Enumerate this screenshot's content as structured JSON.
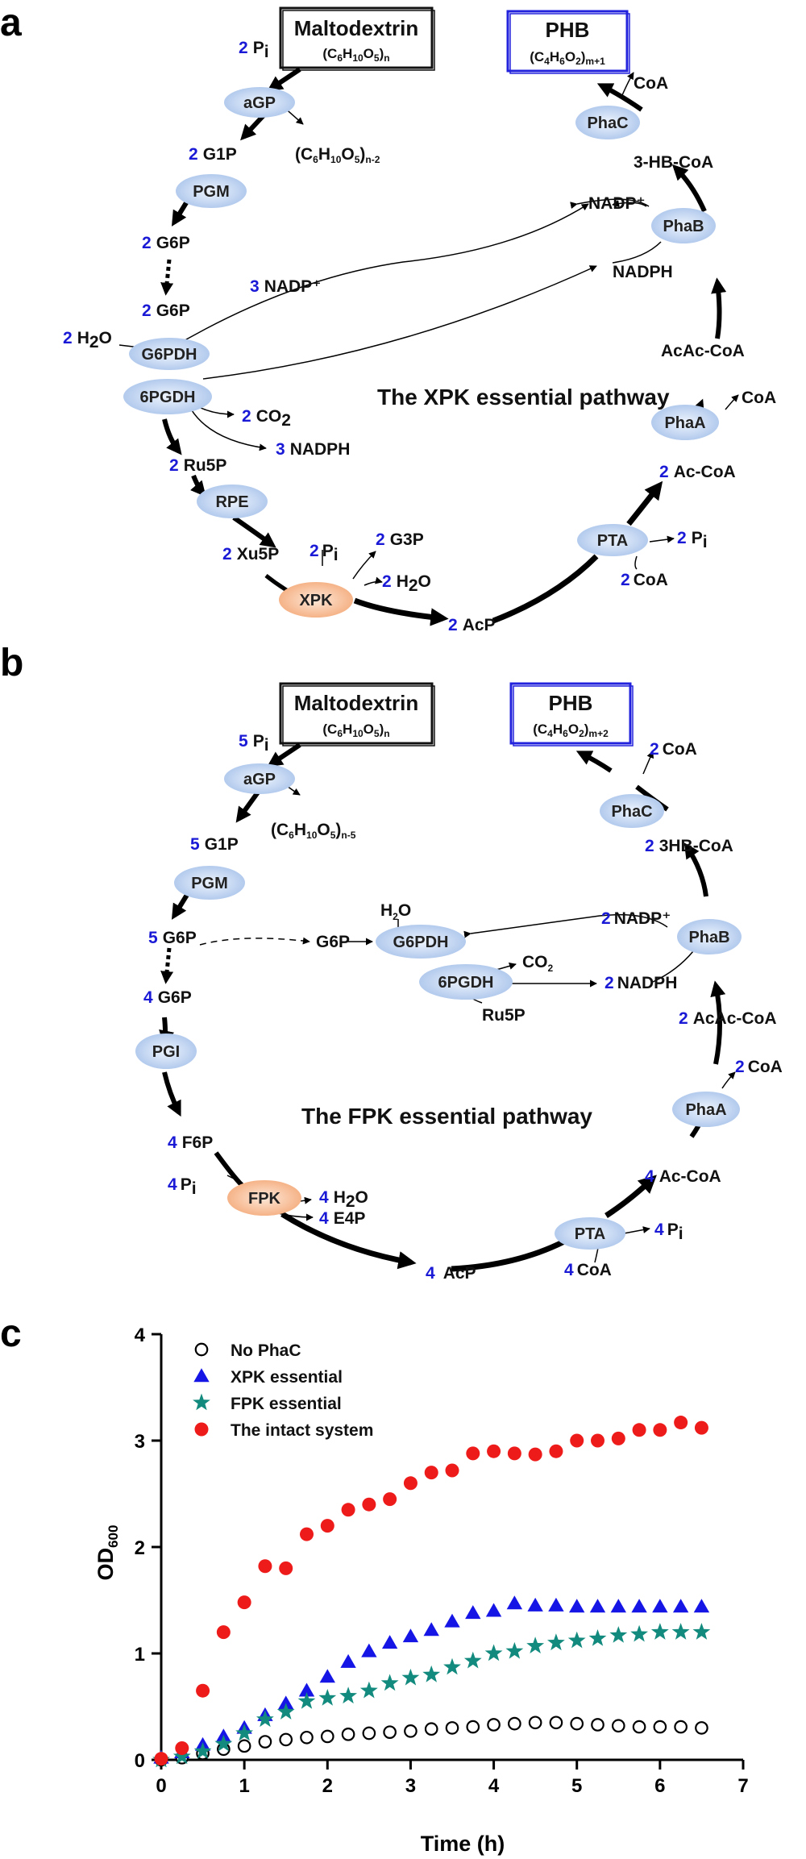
{
  "panel_a": {
    "letter": "a",
    "title": "The XPK essential pathway",
    "box_left": {
      "name": "Maltodextrin",
      "formula": "(C",
      "f1": "6",
      "f2": "H",
      "f3": "10",
      "f4": "O",
      "f5": "5",
      "f6": ")",
      "f7": "n"
    },
    "box_right": {
      "name": "PHB",
      "formula": "(C",
      "f1": "4",
      "f2": "H",
      "f3": "6",
      "f4": "O",
      "f5": "2",
      "f6": ")",
      "f7": "m+1"
    },
    "enzymes": {
      "agp": "aGP",
      "pgm": "PGM",
      "g6pdh": "G6PDH",
      "6pgdh": "6PGDH",
      "rpe": "RPE",
      "xpk": "XPK",
      "pta": "PTA",
      "phaa": "PhaA",
      "phab": "PhaB",
      "phac": "PhaC"
    },
    "labels": {
      "pi_c": "2",
      "pi": "P",
      "pi_sub": "i",
      "g1p_c": "2",
      "g1p": "G1P",
      "dex_out": "(C",
      "dex_1": "6",
      "dex_2": "H",
      "dex_3": "10",
      "dex_4": "O",
      "dex_5": "5",
      "dex_6": ")",
      "dex_7": "n-2",
      "g6p1_c": "2",
      "g6p1": "G6P",
      "g6p2_c": "2",
      "g6p2": "G6P",
      "h2o_c": "2",
      "h2o": "H",
      "h2o_sub": "2",
      "h2o_o": "O",
      "nadp_c": "3",
      "nadp": "NADP⁺",
      "co2_c": "2",
      "co2": "CO",
      "co2_sub": "2",
      "nadph_c": "3",
      "nadph": "NADPH",
      "ru5p_c": "2",
      "ru5p": "Ru5P",
      "xu5p_c": "2",
      "xu5p": "Xu5P",
      "xpk_pi_c": "2",
      "xpk_pi": "P",
      "xpk_pi_sub": "i",
      "g3p_c": "2",
      "g3p": "G3P",
      "xpk_h2o_c": "2",
      "xpk_h2o": "H",
      "xpk_h2o_sub": "2",
      "xpk_h2o_o": "O",
      "acp_c": "2",
      "acp": "AcP",
      "pta_pi_c": "2",
      "pta_pi": "P",
      "pta_pi_sub": "i",
      "coa_in_c": "2",
      "coa_in": "CoA",
      "acoa_c": "2",
      "acoa": "Ac-CoA",
      "phaa_coa": "CoA",
      "acac": "AcAc-CoA",
      "nadph_in": "NADPH",
      "nadp_out": "NADP⁺",
      "hb": "3-HB-CoA",
      "phac_coa": "CoA"
    }
  },
  "panel_b": {
    "letter": "b",
    "title": "The FPK essential pathway",
    "box_left": {
      "name": "Maltodextrin",
      "formula": "(C",
      "f1": "6",
      "f2": "H",
      "f3": "10",
      "f4": "O",
      "f5": "5",
      "f6": ")",
      "f7": "n"
    },
    "box_right": {
      "name": "PHB",
      "formula": "(C",
      "f1": "4",
      "f2": "H",
      "f3": "6",
      "f4": "O",
      "f5": "2",
      "f6": ")",
      "f7": "m+2"
    },
    "enzymes": {
      "agp": "aGP",
      "pgm": "PGM",
      "pgi": "PGI",
      "fpk": "FPK",
      "g6pdh": "G6PDH",
      "6pgdh": "6PGDH",
      "pta": "PTA",
      "phaa": "PhaA",
      "phab": "PhaB",
      "phac": "PhaC"
    },
    "labels": {
      "pi_c": "5",
      "pi": "P",
      "pi_sub": "i",
      "g1p_c": "5",
      "g1p": "G1P",
      "dex_out": "(C",
      "dex_1": "6",
      "dex_2": "H",
      "dex_3": "10",
      "dex_4": "O",
      "dex_5": "5",
      "dex_6": ")",
      "dex_7": "n-5",
      "g6p1_c": "5",
      "g6p1": "G6P",
      "g6p_side": "G6P",
      "h2o": "H",
      "h2o_sub": "2",
      "h2o_o": "O",
      "co2": "CO",
      "co2_sub": "2",
      "ru5p": "Ru5P",
      "nadp_c": "2",
      "nadp": "NADP⁺",
      "nadph_c": "2",
      "nadph": "NADPH",
      "g6p2_c": "4",
      "g6p2": "G6P",
      "f6p_c": "4",
      "f6p": "F6P",
      "fpk_pi_c": "4",
      "fpk_pi": "P",
      "fpk_pi_sub": "i",
      "fpk_h2o_c": "4",
      "fpk_h2o": "H",
      "fpk_h2o_sub": "2",
      "fpk_h2o_o": "O",
      "e4p_c": "4",
      "e4p": "E4P",
      "acp_c": "4",
      "acp": "AcP",
      "pta_pi_c": "4",
      "pta_pi": "P",
      "pta_pi_sub": "i",
      "coa_in_c": "4",
      "coa_in": "CoA",
      "acoa_c": "4",
      "acoa": "Ac-CoA",
      "phaa_coa_c": "2",
      "phaa_coa": "CoA",
      "acac_c": "2",
      "acac": "AcAc-CoA",
      "hb_c": "2",
      "hb": "3HB-CoA",
      "phac_coa_c": "2",
      "phac_coa": "CoA"
    }
  },
  "panel_c": {
    "letter": "c",
    "chart_data": {
      "type": "scatter",
      "xlabel": "Time (h)",
      "ylabel": "OD",
      "ylabel_sub": "600",
      "xlim": [
        0,
        7
      ],
      "ylim": [
        0,
        4
      ],
      "xticks": [
        "0",
        "1",
        "2",
        "3",
        "4",
        "5",
        "6",
        "7"
      ],
      "yticks": [
        "0",
        "1",
        "2",
        "3",
        "4"
      ],
      "legend_position": "top-left",
      "series": [
        {
          "name": "No PhaC",
          "marker": "open-circle",
          "color": "#000000",
          "points": [
            [
              0,
              0
            ],
            [
              0.25,
              0.02
            ],
            [
              0.5,
              0.06
            ],
            [
              0.75,
              0.1
            ],
            [
              1,
              0.13
            ],
            [
              1.25,
              0.17
            ],
            [
              1.5,
              0.19
            ],
            [
              1.75,
              0.21
            ],
            [
              2,
              0.22
            ],
            [
              2.25,
              0.24
            ],
            [
              2.5,
              0.25
            ],
            [
              2.75,
              0.26
            ],
            [
              3,
              0.27
            ],
            [
              3.25,
              0.29
            ],
            [
              3.5,
              0.3
            ],
            [
              3.75,
              0.31
            ],
            [
              4,
              0.33
            ],
            [
              4.25,
              0.34
            ],
            [
              4.5,
              0.35
            ],
            [
              4.75,
              0.35
            ],
            [
              5,
              0.34
            ],
            [
              5.25,
              0.33
            ],
            [
              5.5,
              0.32
            ],
            [
              5.75,
              0.31
            ],
            [
              6,
              0.31
            ],
            [
              6.25,
              0.31
            ],
            [
              6.5,
              0.3
            ]
          ]
        },
        {
          "name": "XPK essential",
          "marker": "triangle",
          "color": "#1515e6",
          "points": [
            [
              0,
              0.02
            ],
            [
              0.25,
              0.07
            ],
            [
              0.5,
              0.14
            ],
            [
              0.75,
              0.22
            ],
            [
              1,
              0.3
            ],
            [
              1.25,
              0.42
            ],
            [
              1.5,
              0.53
            ],
            [
              1.75,
              0.65
            ],
            [
              2,
              0.78
            ],
            [
              2.25,
              0.92
            ],
            [
              2.5,
              1.02
            ],
            [
              2.75,
              1.1
            ],
            [
              3,
              1.16
            ],
            [
              3.25,
              1.22
            ],
            [
              3.5,
              1.3
            ],
            [
              3.75,
              1.38
            ],
            [
              4,
              1.4
            ],
            [
              4.25,
              1.47
            ],
            [
              4.5,
              1.45
            ],
            [
              4.75,
              1.45
            ],
            [
              5,
              1.44
            ],
            [
              5.25,
              1.44
            ],
            [
              5.5,
              1.44
            ],
            [
              5.75,
              1.44
            ],
            [
              6,
              1.44
            ],
            [
              6.25,
              1.44
            ],
            [
              6.5,
              1.44
            ]
          ]
        },
        {
          "name": "FPK essential",
          "marker": "star",
          "color": "#138a7e",
          "points": [
            [
              0,
              0
            ],
            [
              0.25,
              0.03
            ],
            [
              0.5,
              0.08
            ],
            [
              0.75,
              0.15
            ],
            [
              1,
              0.25
            ],
            [
              1.25,
              0.38
            ],
            [
              1.5,
              0.45
            ],
            [
              1.75,
              0.55
            ],
            [
              2,
              0.58
            ],
            [
              2.25,
              0.6
            ],
            [
              2.5,
              0.65
            ],
            [
              2.75,
              0.72
            ],
            [
              3,
              0.77
            ],
            [
              3.25,
              0.8
            ],
            [
              3.5,
              0.87
            ],
            [
              3.75,
              0.93
            ],
            [
              4,
              1.0
            ],
            [
              4.25,
              1.02
            ],
            [
              4.5,
              1.07
            ],
            [
              4.75,
              1.1
            ],
            [
              5,
              1.12
            ],
            [
              5.25,
              1.14
            ],
            [
              5.5,
              1.17
            ],
            [
              5.75,
              1.18
            ],
            [
              6,
              1.2
            ],
            [
              6.25,
              1.2
            ],
            [
              6.5,
              1.2
            ]
          ]
        },
        {
          "name": "The intact system",
          "marker": "filled-circle",
          "color": "#ee1b1b",
          "points": [
            [
              0,
              0.01
            ],
            [
              0.25,
              0.11
            ],
            [
              0.5,
              0.65
            ],
            [
              0.75,
              1.2
            ],
            [
              1,
              1.48
            ],
            [
              1.25,
              1.82
            ],
            [
              1.5,
              1.8
            ],
            [
              1.75,
              2.12
            ],
            [
              2,
              2.2
            ],
            [
              2.25,
              2.35
            ],
            [
              2.5,
              2.4
            ],
            [
              2.75,
              2.45
            ],
            [
              3,
              2.6
            ],
            [
              3.25,
              2.7
            ],
            [
              3.5,
              2.72
            ],
            [
              3.75,
              2.88
            ],
            [
              4,
              2.9
            ],
            [
              4.25,
              2.88
            ],
            [
              4.5,
              2.87
            ],
            [
              4.75,
              2.9
            ],
            [
              5,
              3.0
            ],
            [
              5.25,
              3.0
            ],
            [
              5.5,
              3.02
            ],
            [
              5.75,
              3.1
            ],
            [
              6,
              3.1
            ],
            [
              6.25,
              3.17
            ],
            [
              6.5,
              3.12
            ]
          ]
        }
      ]
    }
  },
  "colors": {
    "enzyme_fill": "#bcd3f3",
    "enzyme_highlight_fill": "#f9c8a0",
    "coefficient": "#1a1ad6",
    "box_blue": "#2222dd",
    "box_black": "#111111"
  }
}
